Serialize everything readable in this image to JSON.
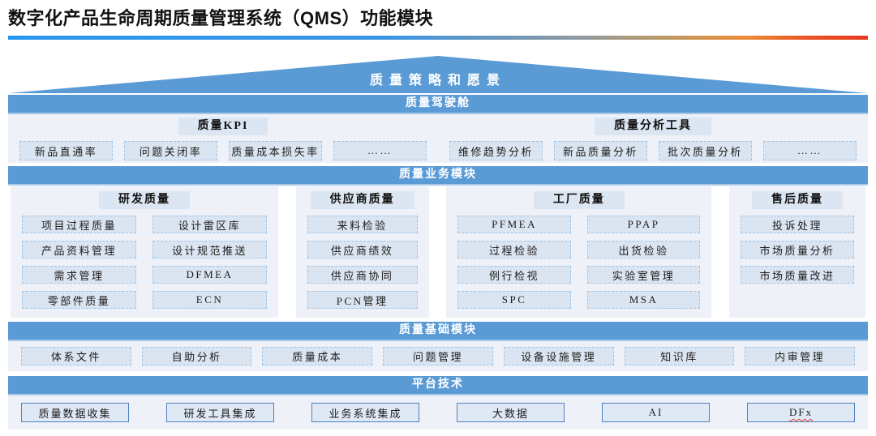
{
  "page": {
    "title": "数字化产品生命周期质量管理系统（QMS）功能模块"
  },
  "colors": {
    "accent_blue": "#5b9bd5",
    "box_fill": "#dbe5f1",
    "box_border": "#9fc5e8",
    "section_bg": "#eef1f7",
    "chip_bg": "#dce6f2",
    "gradient_rule": [
      "#2a97ee",
      "#8f9aa3",
      "#ec8c38",
      "#e63a1d"
    ],
    "spellcheck_underline": "#e23b2e"
  },
  "roof": {
    "label": "质量策略和愿景"
  },
  "sections": {
    "dashboard": {
      "bar": "质量驾驶舱",
      "groups": [
        {
          "header": "质量KPI",
          "items": [
            "新品直通率",
            "问题关闭率",
            "质量成本损失率",
            "……"
          ]
        },
        {
          "header": "质量分析工具",
          "items": [
            "维修趋势分析",
            "新品质量分析",
            "批次质量分析",
            "……"
          ]
        }
      ]
    },
    "business": {
      "bar": "质量业务模块",
      "panels": [
        {
          "header": "研发质量",
          "columns": [
            [
              "项目过程质量",
              "产品资料管理",
              "需求管理",
              "零部件质量"
            ],
            [
              "设计雷区库",
              "设计规范推送",
              "DFMEA",
              "ECN"
            ]
          ]
        },
        {
          "header": "供应商质量",
          "columns": [
            [
              "来料检验",
              "供应商绩效",
              "供应商协同",
              "PCN管理"
            ]
          ]
        },
        {
          "header": "工厂质量",
          "columns": [
            [
              "PFMEA",
              "过程检验",
              "例行检视",
              "SPC"
            ],
            [
              "PPAP",
              "出货检验",
              "实验室管理",
              "MSA"
            ]
          ]
        },
        {
          "header": "售后质量",
          "columns": [
            [
              "投诉处理",
              "市场质量分析",
              "市场质量改进"
            ]
          ]
        }
      ]
    },
    "foundation": {
      "bar": "质量基础模块",
      "items": [
        "体系文件",
        "自助分析",
        "质量成本",
        "问题管理",
        "设备设施管理",
        "知识库",
        "内审管理"
      ]
    },
    "platform": {
      "bar": "平台技术",
      "items": [
        "质量数据收集",
        "研发工具集成",
        "业务系统集成",
        "大数据",
        "AI",
        {
          "label": "DFx",
          "wavy": true
        }
      ]
    }
  }
}
